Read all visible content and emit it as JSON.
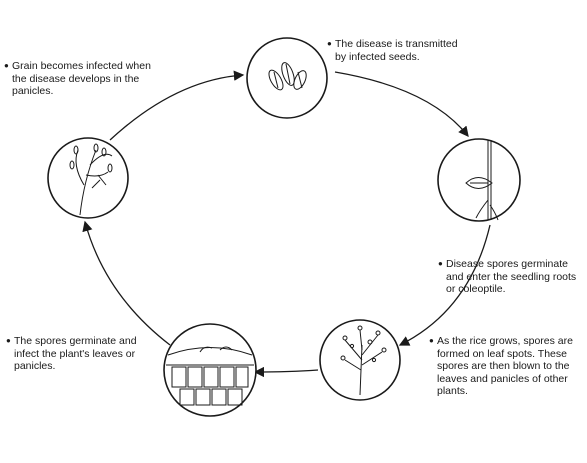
{
  "diagram": {
    "stages": [
      {
        "id": "seeds",
        "icon": "infected-seeds-icon",
        "caption": "The disease is transmitted by infected seeds."
      },
      {
        "id": "seedling",
        "icon": "seedling-icon",
        "caption": "Disease spores germinate and enter the seedling roots or coleoptile."
      },
      {
        "id": "leaf-spots",
        "icon": "spore-cluster-icon",
        "caption": "As the rice grows, spores are formed on leaf spots. These spores are then blown to the leaves and panicles of other plants."
      },
      {
        "id": "leaf-tissue",
        "icon": "leaf-tissue-section-icon",
        "caption": "The spores germinate and infect the plant's leaves or panicles."
      },
      {
        "id": "panicle",
        "icon": "infected-panicle-icon",
        "caption": "Grain becomes infected when the disease develops in the panicles."
      }
    ],
    "colors": {
      "ink": "#1a1a1a",
      "background": "#ffffff"
    }
  }
}
